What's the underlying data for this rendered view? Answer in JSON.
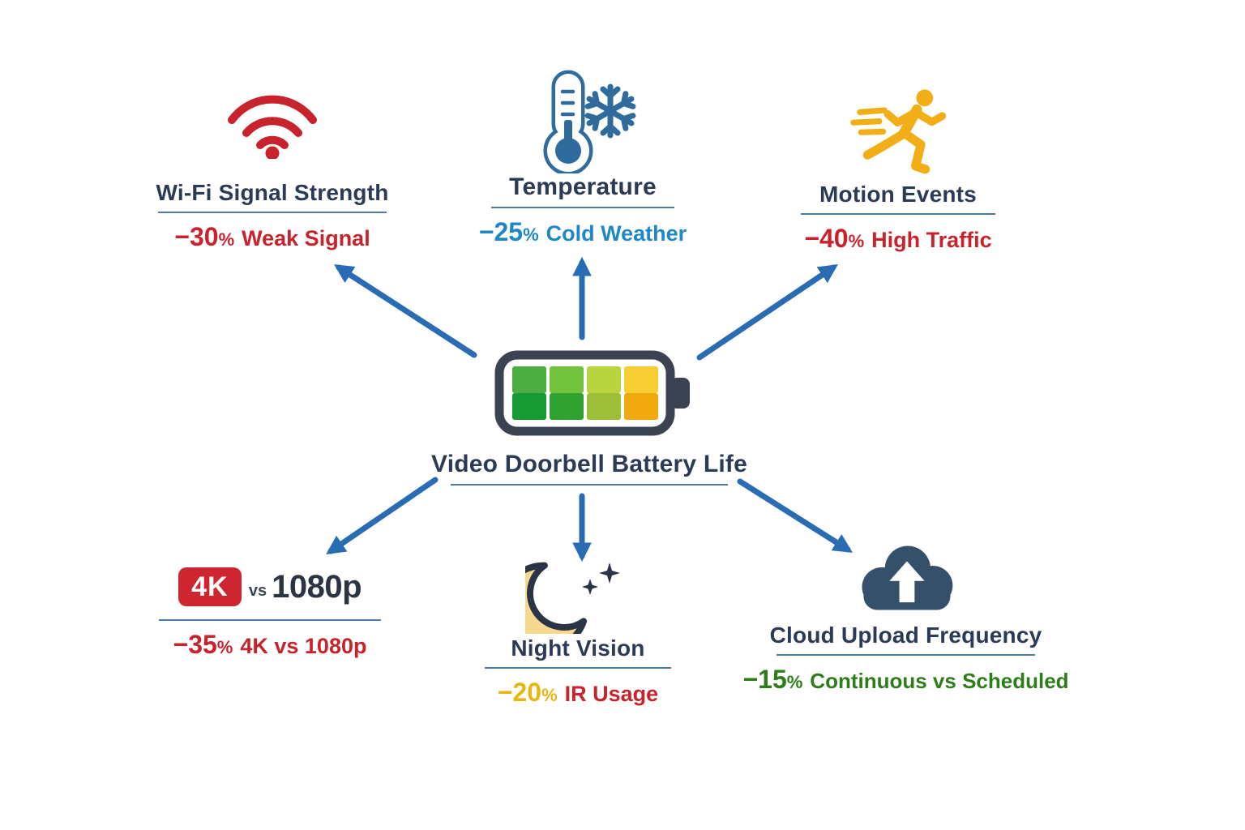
{
  "palette": {
    "background": "#ffffff",
    "title_navy": "#2b3a55",
    "underline_blue": "#4d7ba8",
    "arrow_blue": "#2a6cb3",
    "stat_red": "#c8232c",
    "stat_light_blue": "#1e88c7",
    "stat_yellow": "#e9b511",
    "stat_green": "#2e7d1b",
    "wifi_red": "#c8232c",
    "thermometer_blue": "#2f6b9c",
    "runner_gold": "#f2ae17",
    "moon_outline_navy": "#2b3347",
    "moon_fill": "#f6d98e",
    "cloud_navy": "#35506b",
    "badge_red": "#ce2630",
    "badge_text": "#ffffff",
    "vs_gray": "#3c4650",
    "resolution_text": "#2b3442",
    "battery_outline": "#3b4251"
  },
  "center": {
    "icon": "battery-icon",
    "title": "Video Doorbell Battery Life",
    "battery_segments": [
      {
        "top": "#4cae42",
        "bottom": "#169a33"
      },
      {
        "top": "#74c33e",
        "bottom": "#2fa232"
      },
      {
        "top": "#b8d43e",
        "bottom": "#9cbf37"
      },
      {
        "top": "#f7ce33",
        "bottom": "#f1a90e"
      }
    ]
  },
  "nodes": [
    {
      "id": "wifi",
      "icon": "wifi-icon",
      "title": "Wi-Fi Signal Strength",
      "stat_number": "−30",
      "stat_percent": "%",
      "stat_label": "Weak Signal"
    },
    {
      "id": "temperature",
      "icon": "thermometer-snowflake-icon",
      "title": "Temperature",
      "stat_number": "−25",
      "stat_percent": "%",
      "stat_label": "Cold Weather"
    },
    {
      "id": "motion",
      "icon": "running-person-icon",
      "title": "Motion Events",
      "stat_number": "−40",
      "stat_percent": "%",
      "stat_label": "High Traffic"
    },
    {
      "id": "resolution",
      "icon": "4k-badge",
      "badge": "4K",
      "vs_label": "vs",
      "resolution_label": "1080p",
      "stat_number": "−35",
      "stat_percent": "%",
      "stat_label": "4K vs 1080p"
    },
    {
      "id": "night",
      "icon": "moon-stars-icon",
      "title": "Night Vision",
      "stat_number": "−20",
      "stat_percent": "%",
      "stat_label": "IR Usage"
    },
    {
      "id": "cloud",
      "icon": "cloud-upload-icon",
      "title": "Cloud Upload Frequency",
      "stat_number": "−15",
      "stat_percent": "%",
      "stat_label": "Continuous vs Scheduled"
    }
  ]
}
